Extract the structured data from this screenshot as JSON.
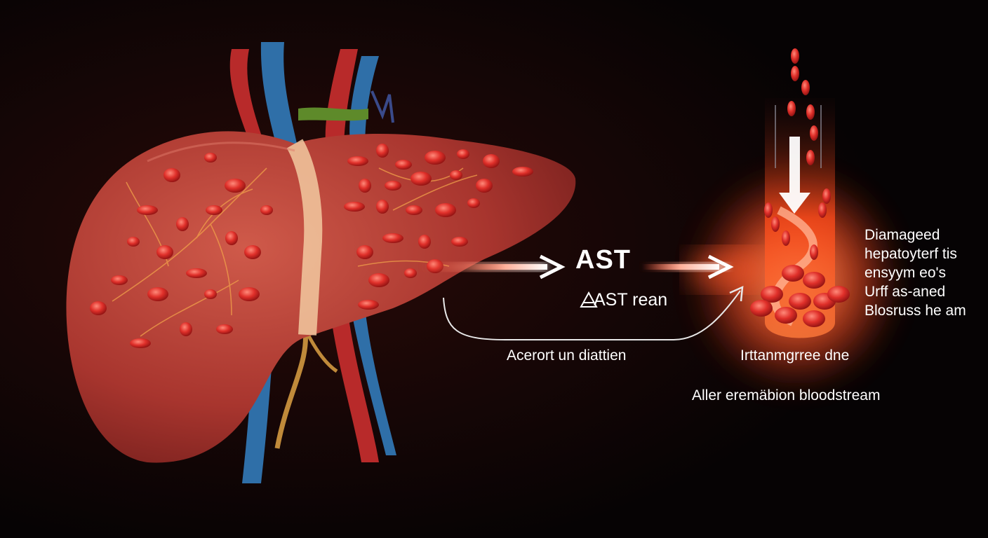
{
  "labels": {
    "ast_title": "AST",
    "ast_subtitle": "AST rean",
    "ast_subtitle_icon": "delta-icon",
    "left_caption": "Acerort un diattien",
    "middle_caption": "Irttanmgrree dne",
    "bottom_caption": "Aller eremäbion bloodstream",
    "right_lines": [
      "Diamageed",
      "hepatoyterf tis",
      "ensyym eo's",
      "Urff as-aned",
      "Blosruss he am"
    ]
  },
  "colors": {
    "background": "#060304",
    "liver": "#b23a32",
    "vein_blue": "#2f6fa8",
    "artery_red": "#b82a2a",
    "gallbladder": "#5e8a2a",
    "glow": "#ff5a2a",
    "text": "#ffffff"
  },
  "icons": [
    "liver-illustration",
    "blood-vessel-illustration",
    "arrow-right-icon",
    "arrow-down-icon",
    "curved-arrow-icon"
  ]
}
